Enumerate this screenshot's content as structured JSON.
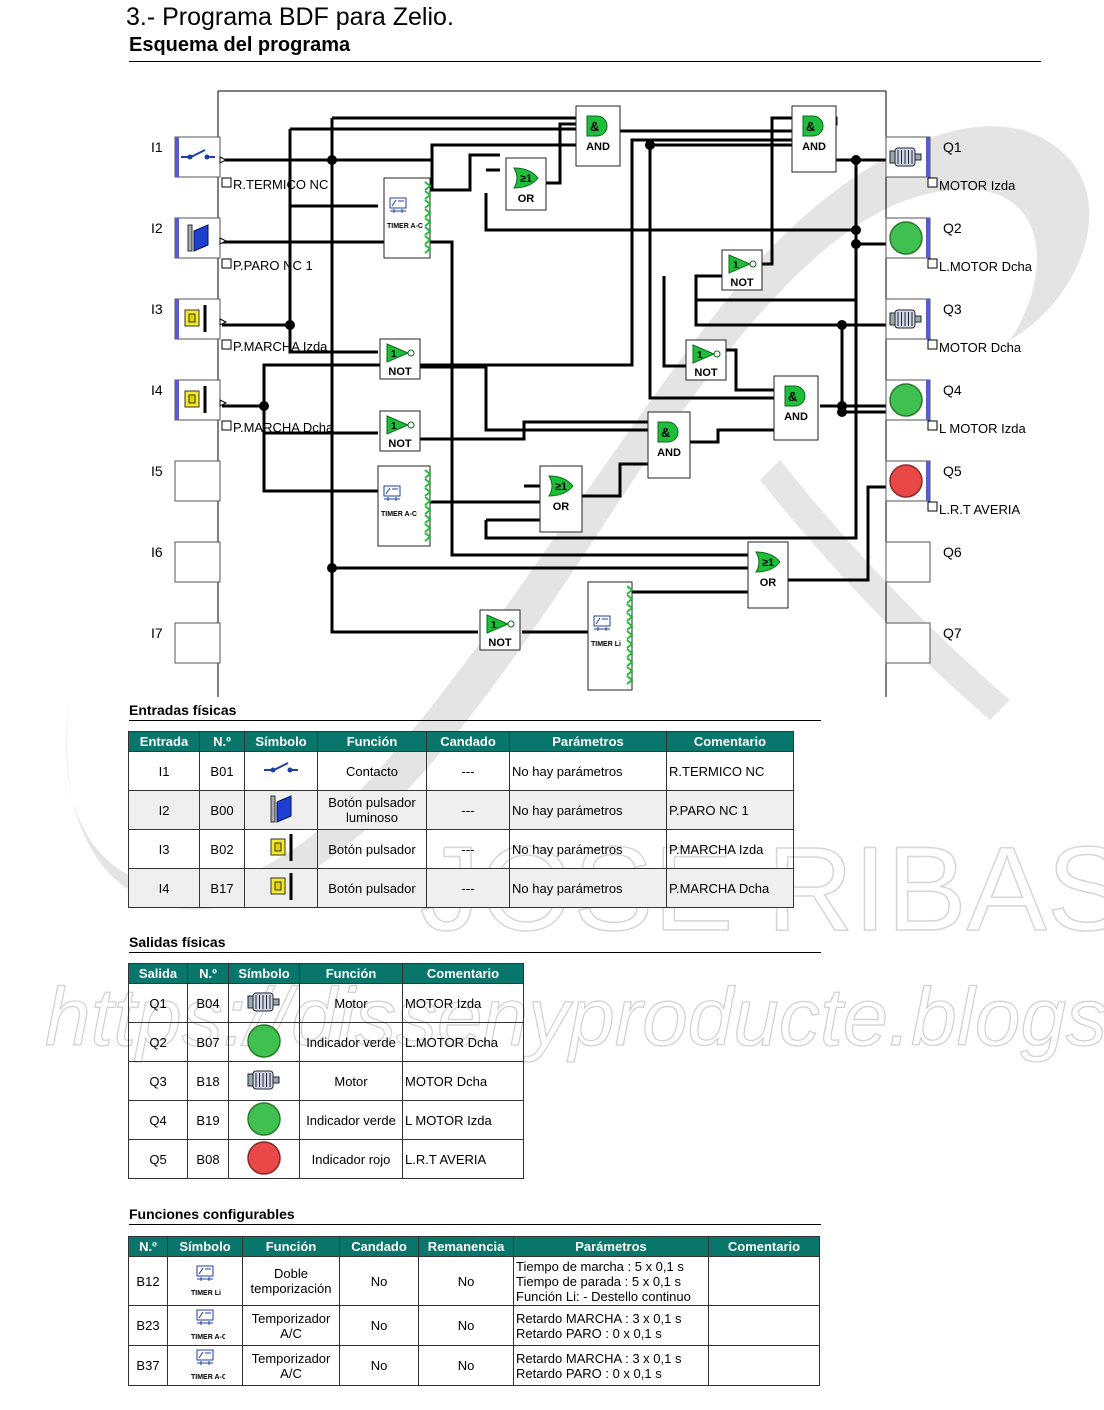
{
  "page": {
    "title": "3.- Programa BDF para Zelio.",
    "subtitle": "Esquema del programa",
    "watermark_name": "JOSE RIBAS",
    "watermark_url": "https://dissenyproducte.blogspot.com"
  },
  "diagram": {
    "inputs": [
      {
        "id": "I1",
        "comment": "R.TERMICO NC"
      },
      {
        "id": "I2",
        "comment": "P.PARO NC 1"
      },
      {
        "id": "I3",
        "comment": "P.MARCHA Izda"
      },
      {
        "id": "I4",
        "comment": "P.MARCHA Dcha"
      },
      {
        "id": "I5",
        "comment": ""
      },
      {
        "id": "I6",
        "comment": ""
      },
      {
        "id": "I7",
        "comment": ""
      }
    ],
    "outputs": [
      {
        "id": "Q1",
        "comment": "MOTOR Izda"
      },
      {
        "id": "Q2",
        "comment": "L.MOTOR Dcha"
      },
      {
        "id": "Q3",
        "comment": "MOTOR Dcha"
      },
      {
        "id": "Q4",
        "comment": "L MOTOR Izda"
      },
      {
        "id": "Q5",
        "comment": "L.R.T AVERIA"
      },
      {
        "id": "Q6",
        "comment": ""
      },
      {
        "id": "Q7",
        "comment": ""
      }
    ],
    "gates": {
      "and": "AND",
      "or": "OR",
      "not": "NOT",
      "timer_ac": "TIMER A-C",
      "timer_li": "TIMER Li",
      "and_sym": "&",
      "or_sym": "≥1",
      "not_sym": "1"
    }
  },
  "inputs_table": {
    "section": "Entradas físicas",
    "headers": [
      "Entrada",
      "N.º",
      "Símbolo",
      "Función",
      "Candado",
      "Parámetros",
      "Comentario"
    ],
    "rows": [
      {
        "entrada": "I1",
        "num": "B01",
        "symbol": "contact-icon",
        "funcion": "Contacto",
        "candado": "---",
        "parametros": "No hay parámetros",
        "comentario": "R.TERMICO NC"
      },
      {
        "entrada": "I2",
        "num": "B00",
        "symbol": "lit-button-icon",
        "funcion": "Botón pulsador luminoso",
        "candado": "---",
        "parametros": "No hay parámetros",
        "comentario": "P.PARO NC 1"
      },
      {
        "entrada": "I3",
        "num": "B02",
        "symbol": "pushbutton-icon",
        "funcion": "Botón pulsador",
        "candado": "---",
        "parametros": "No hay parámetros",
        "comentario": "P.MARCHA Izda"
      },
      {
        "entrada": "I4",
        "num": "B17",
        "symbol": "pushbutton-icon",
        "funcion": "Botón pulsador",
        "candado": "---",
        "parametros": "No hay parámetros",
        "comentario": "P.MARCHA Dcha"
      }
    ]
  },
  "outputs_table": {
    "section": "Salidas físicas",
    "headers": [
      "Salida",
      "N.º",
      "Símbolo",
      "Función",
      "Comentario"
    ],
    "rows": [
      {
        "salida": "Q1",
        "num": "B04",
        "symbol": "motor-icon",
        "funcion": "Motor",
        "comentario": "MOTOR Izda"
      },
      {
        "salida": "Q2",
        "num": "B07",
        "symbol": "green-light-icon",
        "funcion": "Indicador verde",
        "comentario": "L.MOTOR Dcha"
      },
      {
        "salida": "Q3",
        "num": "B18",
        "symbol": "motor-icon",
        "funcion": "Motor",
        "comentario": "MOTOR Dcha"
      },
      {
        "salida": "Q4",
        "num": "B19",
        "symbol": "green-light-icon",
        "funcion": "Indicador verde",
        "comentario": "L MOTOR Izda"
      },
      {
        "salida": "Q5",
        "num": "B08",
        "symbol": "red-light-icon",
        "funcion": "Indicador rojo",
        "comentario": "L.R.T AVERIA"
      }
    ]
  },
  "functions_table": {
    "section": "Funciones configurables",
    "headers": [
      "N.º",
      "Símbolo",
      "Función",
      "Candado",
      "Remanencia",
      "Parámetros",
      "Comentario"
    ],
    "rows": [
      {
        "num": "B12",
        "symbol_label": "TIMER Li",
        "funcion": "Doble temporización",
        "candado": "No",
        "remanencia": "No",
        "parametros": [
          "Tiempo de marcha : 5 x 0,1 s",
          "Tiempo de parada : 5 x 0,1 s",
          "Función Li: - Destello continuo"
        ],
        "comentario": ""
      },
      {
        "num": "B23",
        "symbol_label": "TIMER A-C",
        "funcion": "Temporizador A/C",
        "candado": "No",
        "remanencia": "No",
        "parametros": [
          "Retardo MARCHA : 3 x 0,1 s",
          "Retardo PARO : 0 x 0,1 s"
        ],
        "comentario": ""
      },
      {
        "num": "B37",
        "symbol_label": "TIMER A-C",
        "funcion": "Temporizador A/C",
        "candado": "No",
        "remanencia": "No",
        "parametros": [
          "Retardo MARCHA : 3 x 0,1 s",
          "Retardo PARO : 0 x 0,1 s"
        ],
        "comentario": ""
      }
    ]
  }
}
